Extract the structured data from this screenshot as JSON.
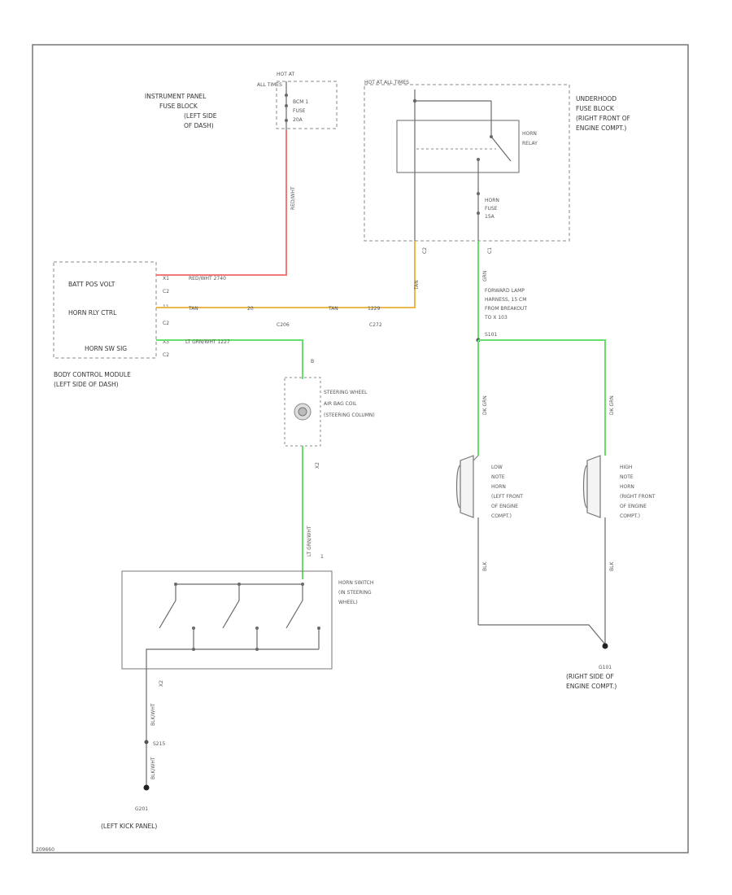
{
  "colors": {
    "red_wire": "#f07a7a",
    "tan_wire": "#e8b84a",
    "green_wire": "#66e06a",
    "line": "#6a6a6a",
    "dashed_box": "#8a8a8a"
  },
  "components": {
    "hot_at_all_times_small": [
      "HOT AT",
      "ALL TIMES"
    ],
    "ipfb_label": [
      "INSTRUMENT PANEL",
      "FUSE BLOCK",
      "(LEFT SIDE",
      "OF DASH)"
    ],
    "bcm_fuse_label": [
      "BCM 1",
      "FUSE",
      "20A"
    ],
    "hot_at_all_times_big": "HOT AT ALL TIMES",
    "underhood_label": [
      "UNDERHOOD",
      "FUSE BLOCK",
      "(RIGHT FRONT OF",
      "ENGINE COMPT.)"
    ],
    "horn_relay_label": [
      "HORN",
      "RELAY"
    ],
    "horn_fuse_label": [
      "HORN",
      "FUSE",
      "15A"
    ],
    "bcm_rows": [
      "BATT POS VOLT",
      "HORN RLY CTRL",
      "HORN SW SIG"
    ],
    "bcm_label": [
      "BODY CONTROL MODULE",
      "(LEFT SIDE OF DASH)"
    ],
    "coil_label": [
      "STEERING WHEEL",
      "AIR BAG COIL",
      "(STEERING COLUMN)"
    ],
    "forward_lamp_label": [
      "FORWARD LAMP",
      "HARNESS, 15 CM",
      "FROM BREAKOUT",
      "TO X 103"
    ],
    "low_horn_label": [
      "LOW",
      "NOTE",
      "HORN",
      "(LEFT FRONT",
      "OF ENGINE",
      "COMPT.)"
    ],
    "high_horn_label": [
      "HIGH",
      "NOTE",
      "HORN",
      "(RIGHT FRONT",
      "OF ENGINE",
      "COMPT.)"
    ],
    "horn_switch_label": [
      "HORN SWITCH",
      "(IN STEERING",
      "WHEEL)"
    ],
    "ground_right_label": [
      "G101",
      "(RIGHT SIDE OF",
      "ENGINE COMPT.)"
    ],
    "ground_left_label": [
      "G201",
      "(LEFT KICK PANEL)"
    ],
    "footer_code": "209660"
  },
  "wire_labels": {
    "red_vertical": "RED/WHT",
    "red_horizontal": "RED/WHT  2740",
    "tan_segment_1": "TAN",
    "tan_segment_2": "20",
    "tan_segment_3": "TAN",
    "tan_circuit": "1229",
    "tan_vertical": "TAN",
    "green_horizontal": "LT GRN/WHT  1227",
    "green_coil_lower": "LT GRN/WHT",
    "forward_green_top": "GRN",
    "forward_green_left": "DK GRN",
    "forward_green_right": "DK GRN",
    "blk_left_horn": "BLK",
    "blk_right_horn": "BLK",
    "bottom_wire": "BLK/WHT",
    "bottom_wire_2": "BLK/WHT"
  },
  "pin_labels": {
    "bcm_pin_1": "X1",
    "bcm_pin_2": "C2",
    "bcm_pin_3": "11",
    "bcm_pin_4": "C2",
    "bcm_pin_5": "X3",
    "bcm_pin_6": "C2",
    "c206": "C206",
    "c272": "C272",
    "coil_pin_top": "B",
    "coil_pin_bottom": "X2",
    "switch_pin_top": "1",
    "switch_pin_bottom": "X2",
    "s215": "S215",
    "relay_out_left": "C2",
    "relay_out_right": "C1",
    "s_forward": "S101"
  }
}
